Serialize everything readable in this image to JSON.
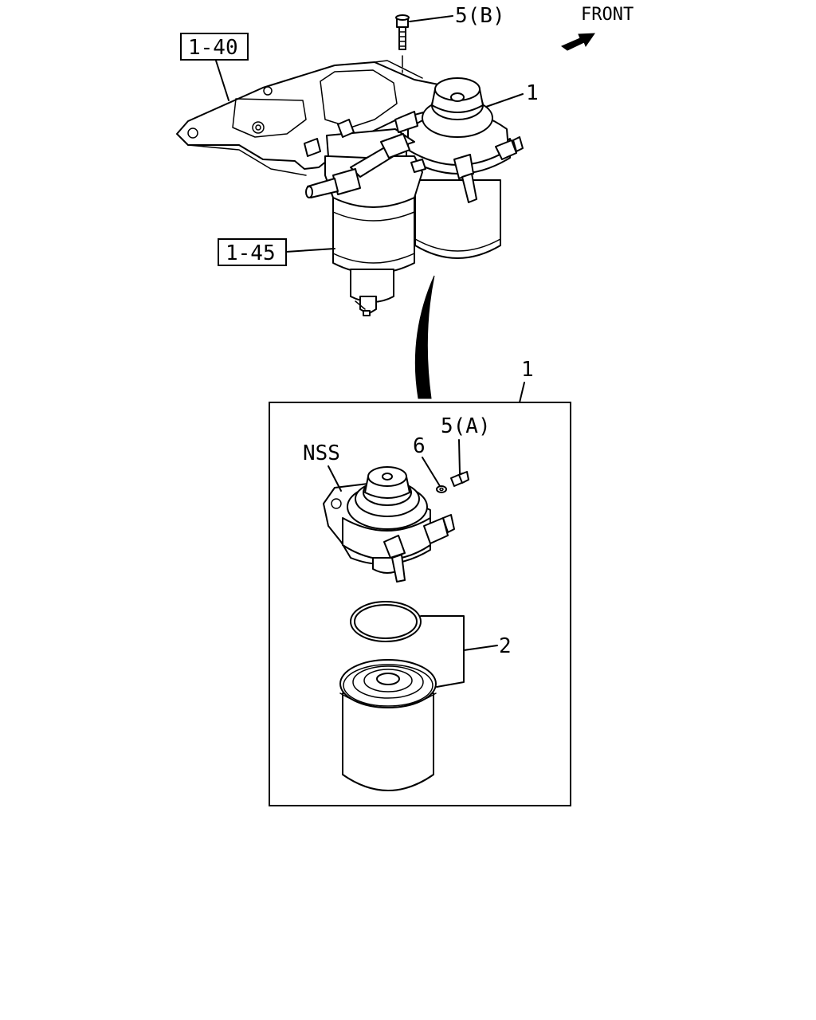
{
  "labels": {
    "ref_1_40": "1-40",
    "ref_1_45": "1-45",
    "part_5b": "5(B)",
    "front": "FRONT",
    "part_1_top": "1",
    "part_1_box": "1",
    "nss": "NSS",
    "part_6": "6",
    "part_5a": "5(A)",
    "part_2": "2"
  },
  "icons": {
    "front_arrow": "front-arrow-icon"
  }
}
